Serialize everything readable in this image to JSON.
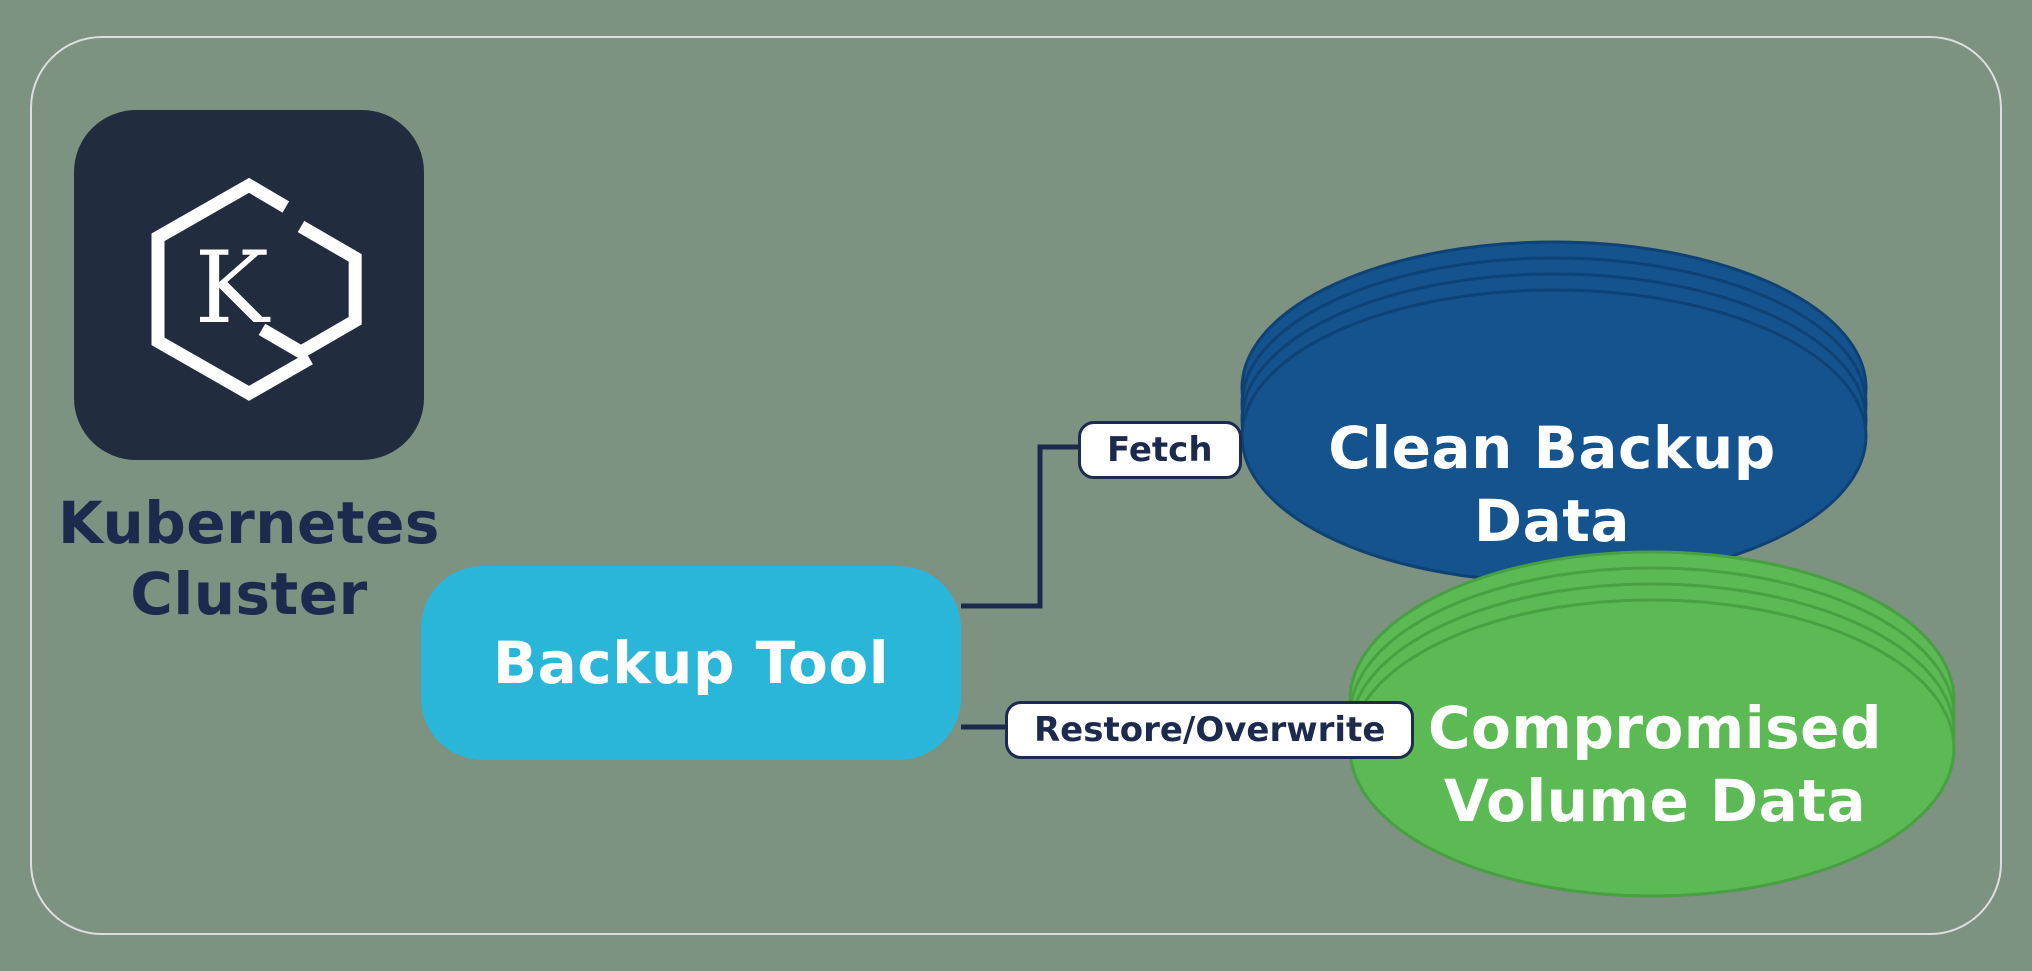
{
  "canvas": {
    "background_color": "#7D9280",
    "frame_border_color": "#DEDEDE"
  },
  "cluster": {
    "icon": "kubernetes-hexagon-k-icon",
    "icon_letter": "K",
    "label_line1": "Kubernetes",
    "label_line2": "Cluster",
    "tile_color": "#212D3E",
    "text_color": "#1C2B4D"
  },
  "backup_tool": {
    "label": "Backup Tool",
    "color": "#2AB6D9"
  },
  "edges": {
    "line_color": "#1C2B4D",
    "fetch": {
      "label": "Fetch"
    },
    "restore": {
      "label": "Restore/Overwrite"
    }
  },
  "nodes": {
    "clean_backup": {
      "line1": "Clean Backup",
      "line2": "Data",
      "color": "#15538E",
      "stroke_color": "#0F4274"
    },
    "compromised": {
      "line1": "Compromised",
      "line2": "Volume Data",
      "color": "#5CBA55",
      "stroke_color": "#47A041"
    }
  }
}
